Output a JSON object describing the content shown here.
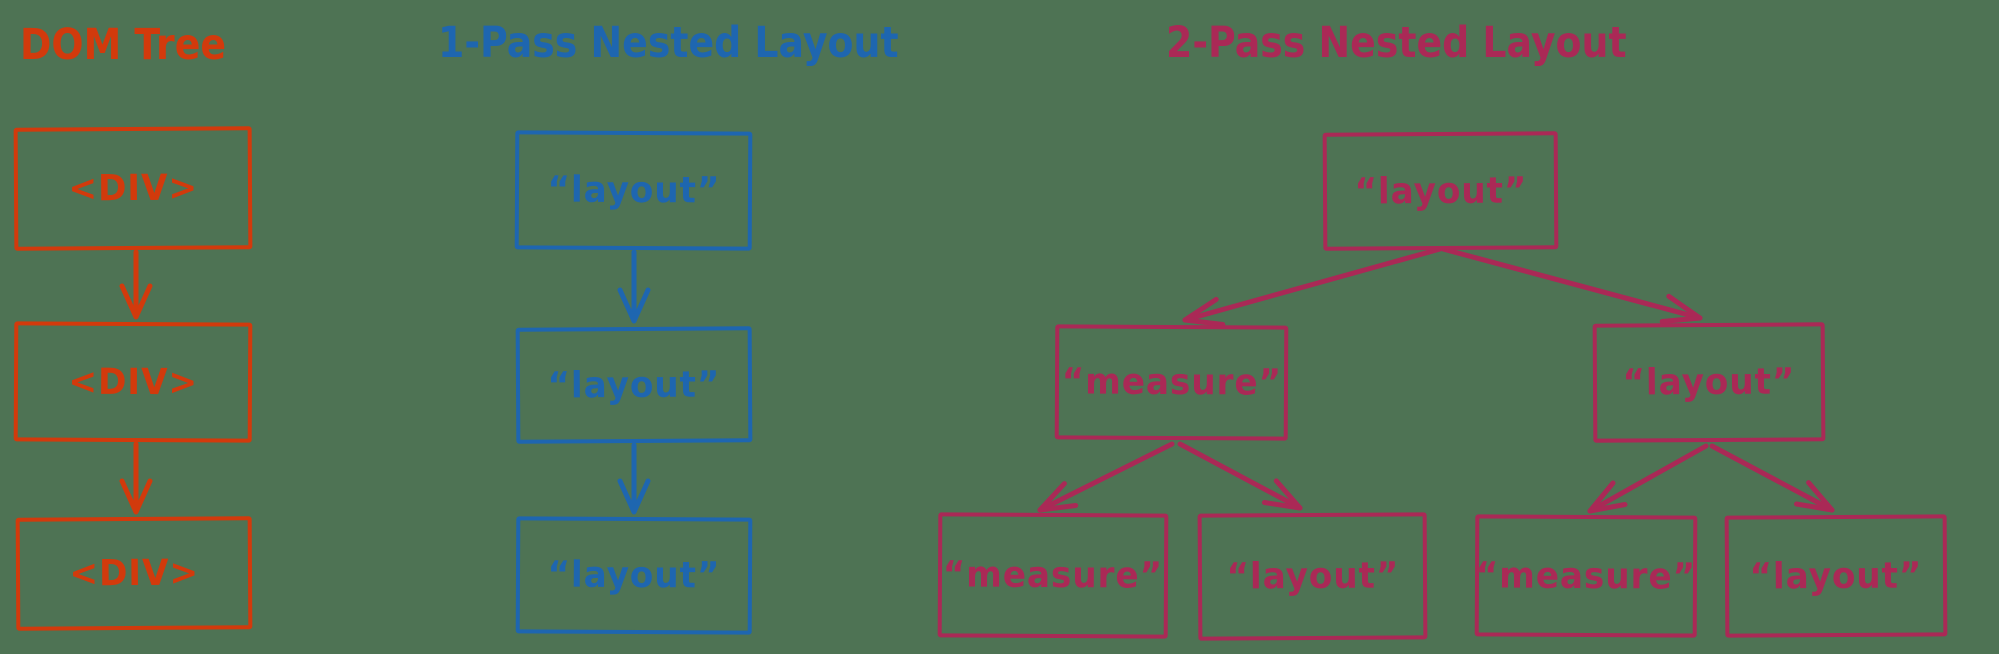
{
  "colors": {
    "background": "#4e7354",
    "dom_tree_accent": "#d23a0c",
    "one_pass_accent": "#1e66b0",
    "two_pass_accent": "#aa2956"
  },
  "sections": {
    "dom_tree": {
      "title": "DOM Tree",
      "nodes": [
        {
          "label": "<DIV>"
        },
        {
          "label": "<DIV>"
        },
        {
          "label": "<DIV>"
        }
      ]
    },
    "one_pass": {
      "title": "1-Pass Nested Layout",
      "nodes": [
        {
          "label": "“layout”"
        },
        {
          "label": "“layout”"
        },
        {
          "label": "“layout”"
        }
      ]
    },
    "two_pass": {
      "title": "2-Pass Nested Layout",
      "root": {
        "label": "“layout”"
      },
      "children": [
        {
          "label": "“measure”"
        },
        {
          "label": "“layout”"
        }
      ],
      "grandchildren": [
        {
          "label": "“measure”"
        },
        {
          "label": "“layout”"
        },
        {
          "label": "“measure”"
        },
        {
          "label": "“layout”"
        }
      ]
    }
  }
}
